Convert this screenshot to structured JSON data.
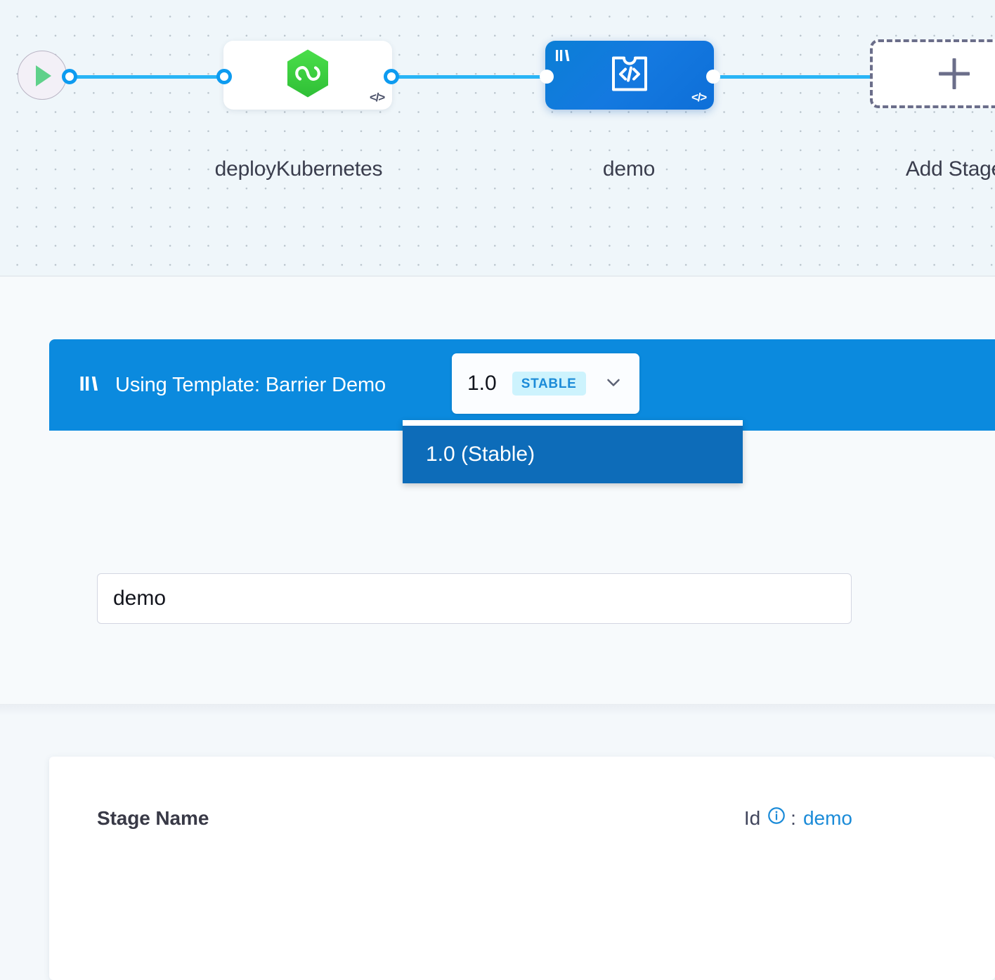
{
  "canvas": {
    "start_node": {
      "icon": "play-icon"
    },
    "nodes": [
      {
        "id": "deploy-kubernetes",
        "label": "deployKubernetes",
        "icon": "harness-cd-hexagon-icon",
        "code_badge": "</>",
        "selected": false,
        "templated": false
      },
      {
        "id": "demo",
        "label": "demo",
        "icon": "template-puzzle-code-icon",
        "code_badge": "</>",
        "template_badge_icon": "template-bars-icon",
        "selected": true,
        "templated": true
      }
    ],
    "add_stage": {
      "label": "Add Stage",
      "icon": "plus-icon"
    }
  },
  "template_banner": {
    "icon": "template-bars-icon",
    "text": "Using Template: Barrier Demo",
    "version_selector": {
      "version": "1.0",
      "badge": "STABLE",
      "chevron_icon": "chevron-down-icon"
    },
    "dropdown": {
      "options": [
        {
          "label": "1.0 (Stable)",
          "selected": true
        }
      ]
    }
  },
  "form": {
    "stage_name_label": "Stage Name",
    "id_label": "Id",
    "id_info_icon": "info-circle-icon",
    "id_separator": ":",
    "id_value": "demo",
    "stage_name_value": "demo",
    "stage_name_placeholder": "Stage Name"
  },
  "colors": {
    "accent_blue": "#0b8ade",
    "node_selected": "#0e6fd8",
    "dropdown_item": "#0d6cb9",
    "connector": "#29b5f6",
    "badge_bg": "#cdf3fd",
    "badge_text": "#1b8bd8",
    "canvas_bg": "#eff6fa",
    "link_blue": "#1b8bd8"
  }
}
